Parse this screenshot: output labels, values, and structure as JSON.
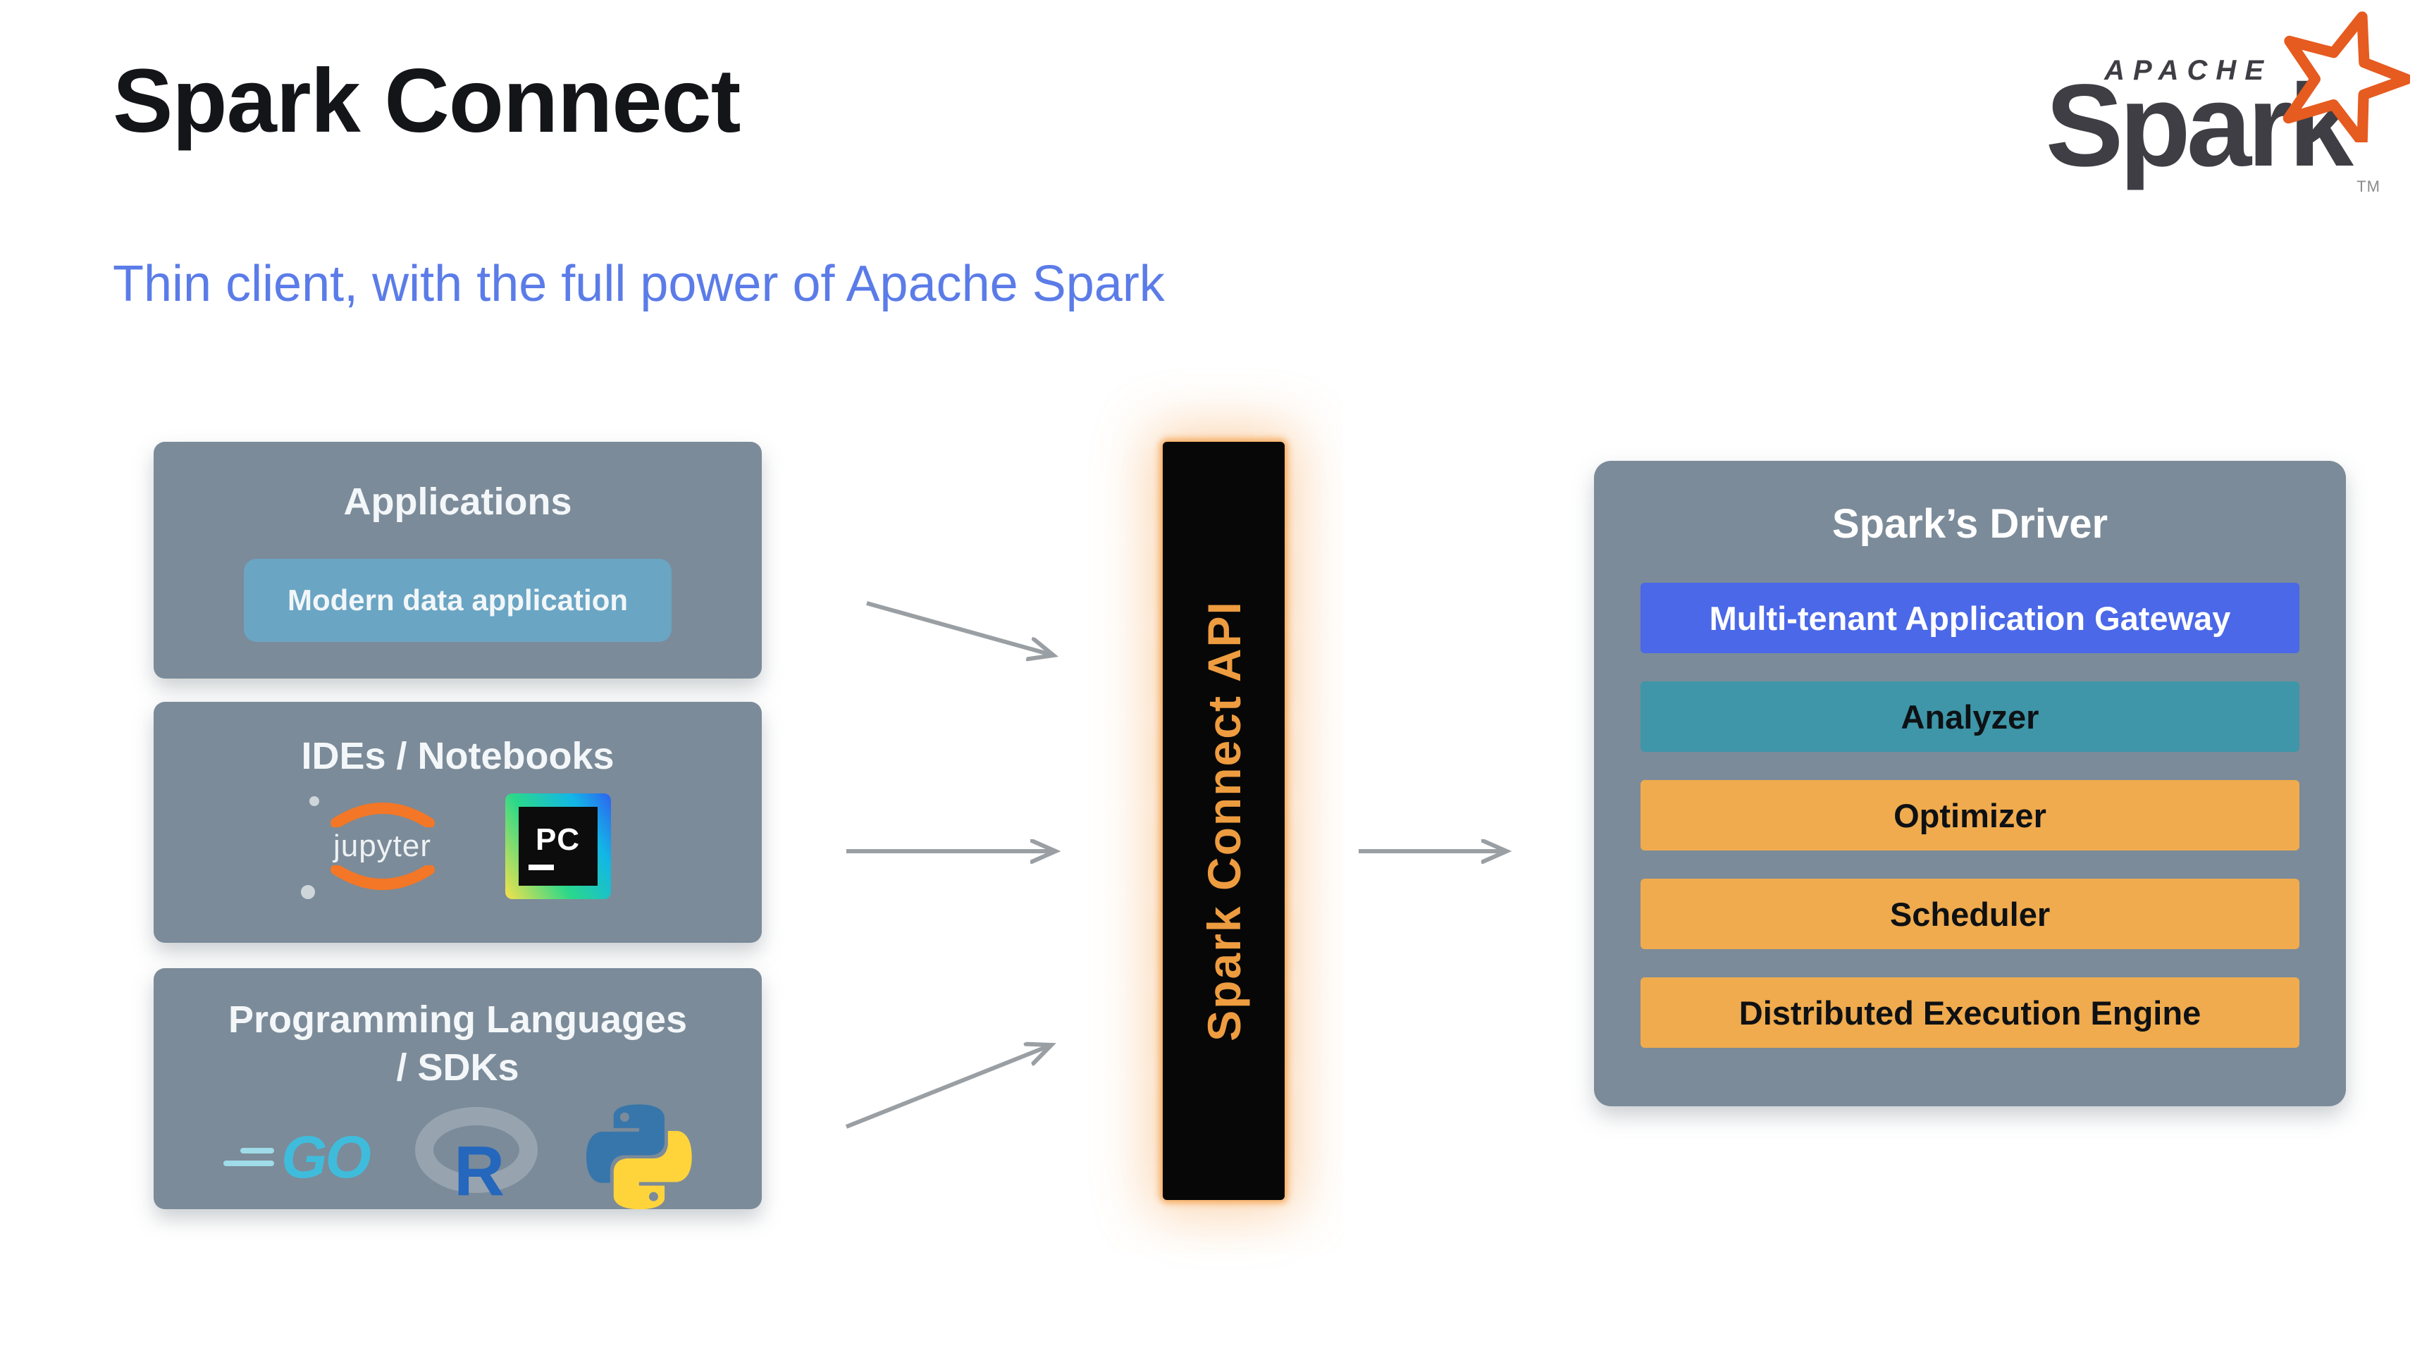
{
  "page": {
    "title": "Spark Connect",
    "subtitle": "Thin client, with the full power of Apache Spark"
  },
  "spark_logo": {
    "apache": "APACHE",
    "spark": "Spark",
    "tm": "TM"
  },
  "left_column": {
    "applications": {
      "title": "Applications",
      "inner_label": "Modern data application"
    },
    "ides": {
      "title": "IDEs / Notebooks",
      "jupyter_label": "jupyter",
      "pycharm_label": "PC"
    },
    "languages": {
      "title": "Programming Languages / SDKs",
      "go_label": "GO",
      "r_label": "R"
    }
  },
  "connector": {
    "label": "Spark Connect API",
    "bg": "#070707",
    "glow": "#f49c42",
    "text_color": "#ee9c40"
  },
  "driver": {
    "title": "Spark’s Driver",
    "layers": [
      {
        "label": "Multi-tenant Application Gateway",
        "bg": "#4a68e8",
        "fg": "#ffffff"
      },
      {
        "label": "Analyzer",
        "bg": "#3e96a8",
        "fg": "#0e1114"
      },
      {
        "label": "Optimizer",
        "bg": "#f0ab4e",
        "fg": "#0e1114"
      },
      {
        "label": "Scheduler",
        "bg": "#f0ab4e",
        "fg": "#0e1114"
      },
      {
        "label": "Distributed Execution Engine",
        "bg": "#f0ab4e",
        "fg": "#0e1114"
      }
    ]
  },
  "icons": {
    "spark_star": "star-icon",
    "jupyter": "jupyter-icon",
    "pycharm": "pycharm-icon",
    "go": "go-icon",
    "r": "r-icon",
    "python": "python-icon",
    "arrows": "arrow-right-icon"
  },
  "colors": {
    "subtitle_blue": "#5b7ce8",
    "panel_gray": "#7b8b99",
    "inner_app_bg": "#6aa5c3",
    "arrow_gray": "#9a9fa4",
    "spark_orange": "#e65b1f",
    "logo_text": "#3e3e44",
    "jupyter_orange": "#f37726",
    "go_blue": "#3fbcdc",
    "r_blue": "#2467bd",
    "python_blue": "#3776ab",
    "python_yellow": "#ffd43b"
  }
}
